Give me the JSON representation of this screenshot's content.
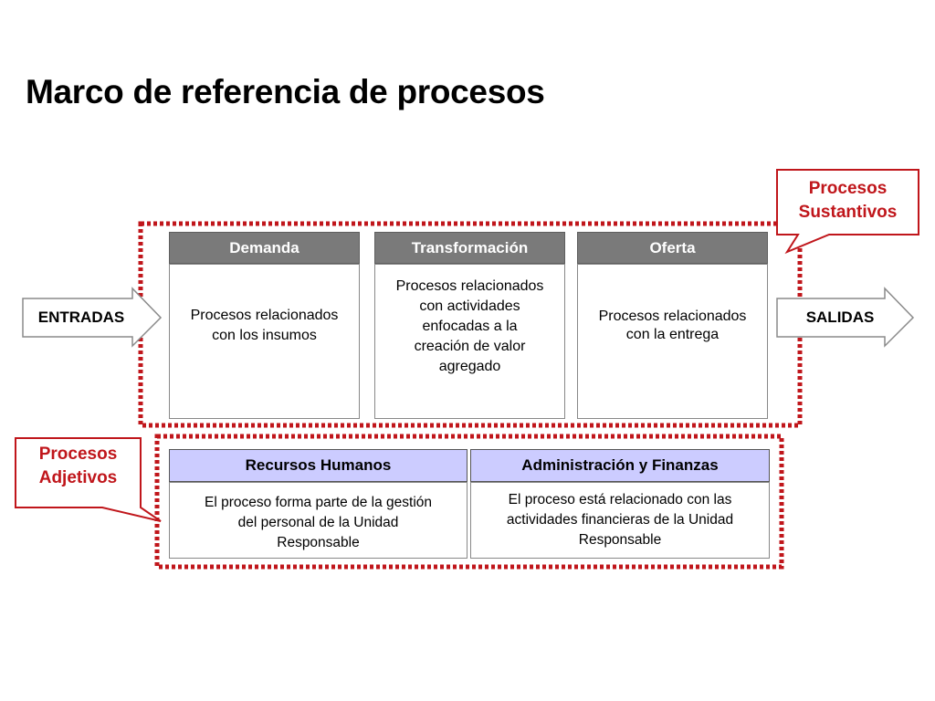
{
  "title": "Marco de referencia de procesos",
  "colors": {
    "accent_red": "#c0161b",
    "header_dark": "#7a7a7a",
    "header_light": "#ccccff"
  },
  "inputs_label": "ENTRADAS",
  "outputs_label": "SALIDAS",
  "substantive": {
    "callout_line1": "Procesos",
    "callout_line2": "Sustantivos",
    "columns": [
      {
        "header": "Demanda",
        "body": [
          "Procesos relacionados",
          "con los insumos"
        ]
      },
      {
        "header": "Transformación",
        "body": [
          "Procesos relacionados",
          "con actividades",
          "enfocadas a la",
          "creación de valor",
          "agregado"
        ]
      },
      {
        "header": "Oferta",
        "body": [
          "Procesos relacionados",
          "con la entrega"
        ]
      }
    ]
  },
  "adjective": {
    "callout_line1": "Procesos",
    "callout_line2": "Adjetivos",
    "columns": [
      {
        "header": "Recursos Humanos",
        "body": [
          "El proceso forma parte de la gestión",
          "del personal de la Unidad",
          "Responsable"
        ]
      },
      {
        "header": "Administración y Finanzas",
        "body": [
          "El proceso está relacionado con las",
          "actividades financieras de la Unidad",
          "Responsable"
        ]
      }
    ]
  }
}
